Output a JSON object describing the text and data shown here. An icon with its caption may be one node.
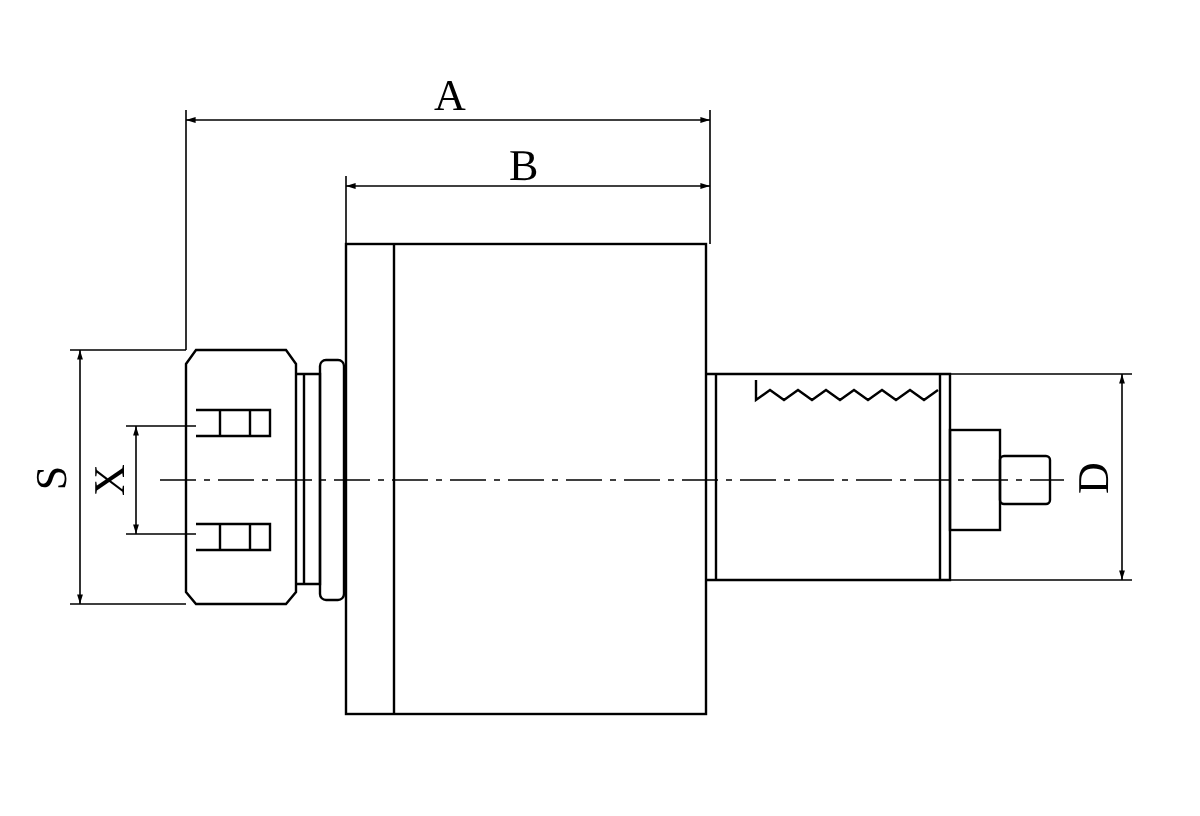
{
  "diagram": {
    "labels": [
      "A",
      "B",
      "S",
      "X",
      "D"
    ]
  }
}
